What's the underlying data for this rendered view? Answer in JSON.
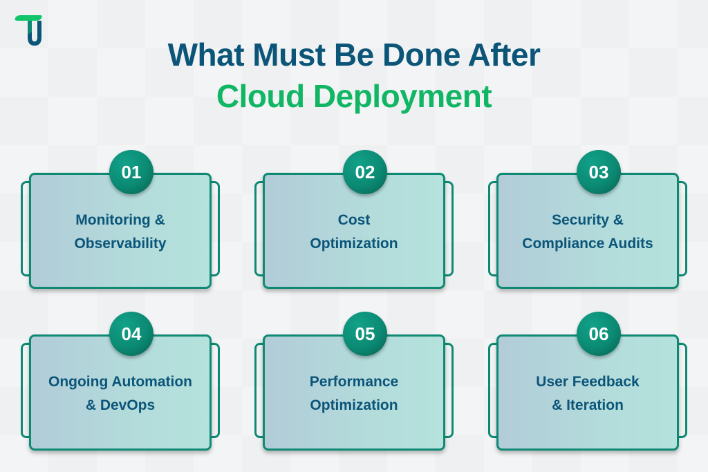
{
  "logo": {
    "name": "TU logo",
    "colors": {
      "green": "#12c46c",
      "blue": "#0b5579"
    }
  },
  "header": {
    "title_line1": "What Must Be Done After",
    "title_line2": "Cloud Deployment"
  },
  "colors": {
    "title_blue": "#0b5579",
    "title_green": "#11b665",
    "accent_teal": "#0e8a74"
  },
  "cards": [
    {
      "number": "01",
      "line1": "Monitoring &",
      "line2": "Observability"
    },
    {
      "number": "02",
      "line1": "Cost",
      "line2": "Optimization"
    },
    {
      "number": "03",
      "line1": "Security &",
      "line2": "Compliance Audits"
    },
    {
      "number": "04",
      "line1": "Ongoing Automation",
      "line2": "& DevOps"
    },
    {
      "number": "05",
      "line1": "Performance",
      "line2": "Optimization"
    },
    {
      "number": "06",
      "line1": "User Feedback",
      "line2": "& Iteration"
    }
  ]
}
